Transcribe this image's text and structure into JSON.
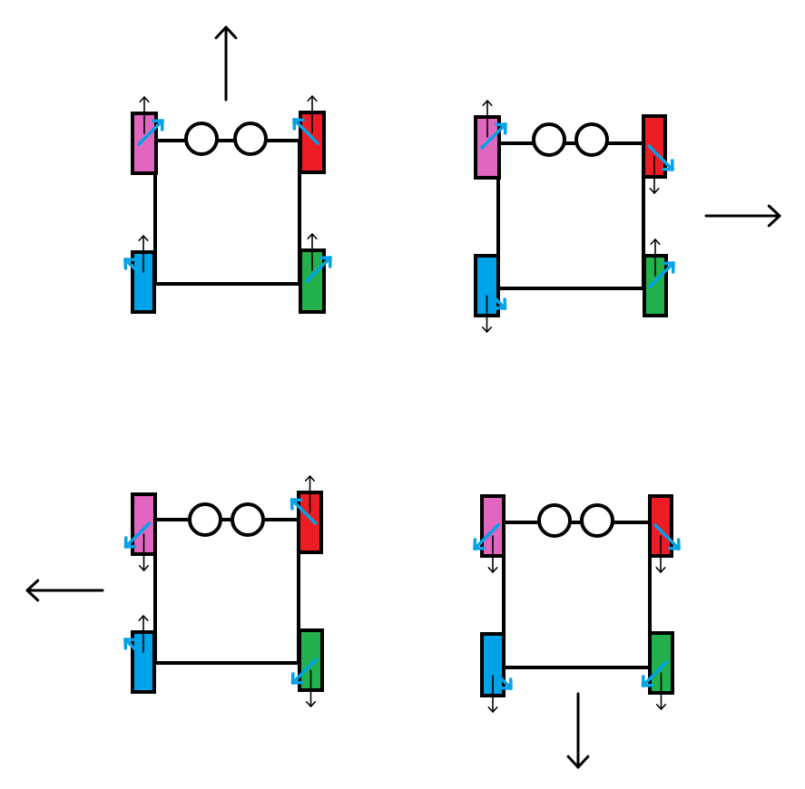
{
  "colors": {
    "line": "#000000",
    "background": "#ffffff",
    "wheel_front_left": "#e066c0",
    "wheel_front_right": "#ee1c24",
    "wheel_rear_left": "#00a2e8",
    "wheel_rear_right": "#22b14c",
    "roller_force": "#00a2e8"
  },
  "diagrams": [
    {
      "name": "robot-moving-forward",
      "motion": "up",
      "wheels": {
        "front_left": {
          "spin": "up",
          "force": "up-right"
        },
        "front_right": {
          "spin": "up",
          "force": "up-left"
        },
        "rear_left": {
          "spin": "up",
          "force": "up-left"
        },
        "rear_right": {
          "spin": "up",
          "force": "up-right"
        }
      }
    },
    {
      "name": "robot-moving-right",
      "motion": "right",
      "wheels": {
        "front_left": {
          "spin": "up",
          "force": "up-right"
        },
        "front_right": {
          "spin": "down",
          "force": "down-right"
        },
        "rear_left": {
          "spin": "down",
          "force": "down-right"
        },
        "rear_right": {
          "spin": "up",
          "force": "up-right"
        }
      }
    },
    {
      "name": "robot-moving-left",
      "motion": "left",
      "wheels": {
        "front_left": {
          "spin": "down",
          "force": "down-left"
        },
        "front_right": {
          "spin": "up",
          "force": "up-left"
        },
        "rear_left": {
          "spin": "up",
          "force": "up-left"
        },
        "rear_right": {
          "spin": "down",
          "force": "down-left"
        }
      }
    },
    {
      "name": "robot-moving-backward",
      "motion": "down",
      "wheels": {
        "front_left": {
          "spin": "down",
          "force": "down-left"
        },
        "front_right": {
          "spin": "down",
          "force": "down-right"
        },
        "rear_left": {
          "spin": "down",
          "force": "down-right"
        },
        "rear_right": {
          "spin": "down",
          "force": "down-left"
        }
      }
    }
  ]
}
